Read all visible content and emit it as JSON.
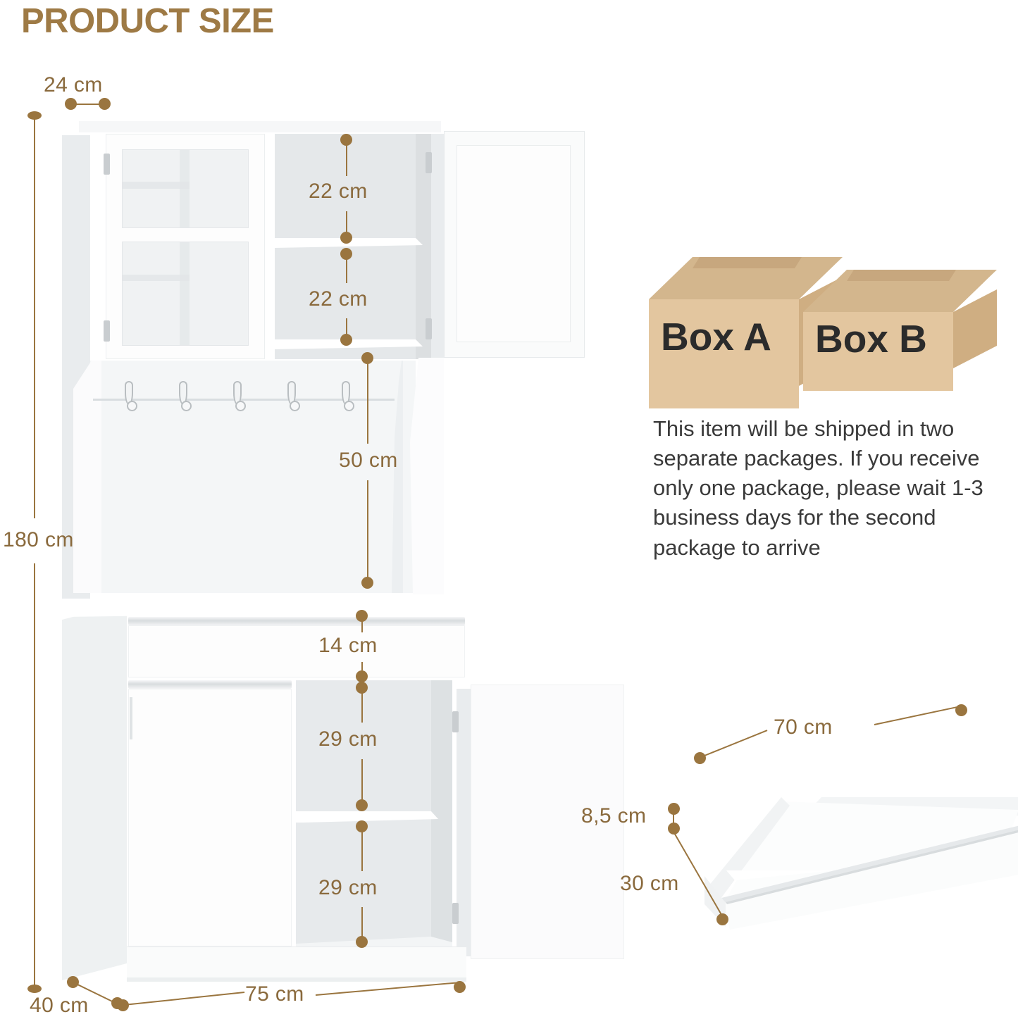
{
  "title": "PRODUCT SIZE",
  "accent_color": "#9E7A45",
  "dimension_text_color": "#8a6a3d",
  "dimensions": {
    "depth_top": "24 cm",
    "total_height": "180 cm",
    "upper_shelf_1": "22 cm",
    "upper_shelf_2": "22 cm",
    "open_shelf": "50 cm",
    "drawer_height": "14 cm",
    "lower_shelf_1": "29 cm",
    "lower_shelf_2": "29 cm",
    "base_depth": "40 cm",
    "base_width": "75 cm"
  },
  "drawer": {
    "width": "70 cm",
    "height": "8,5 cm",
    "depth": "30 cm"
  },
  "packaging": {
    "box_a_label": "Box A",
    "box_b_label": "Box B",
    "note": "This item will be shipped in two separate packages. If you receive only one package, please wait 1-3 business days for the second package to arrive"
  }
}
